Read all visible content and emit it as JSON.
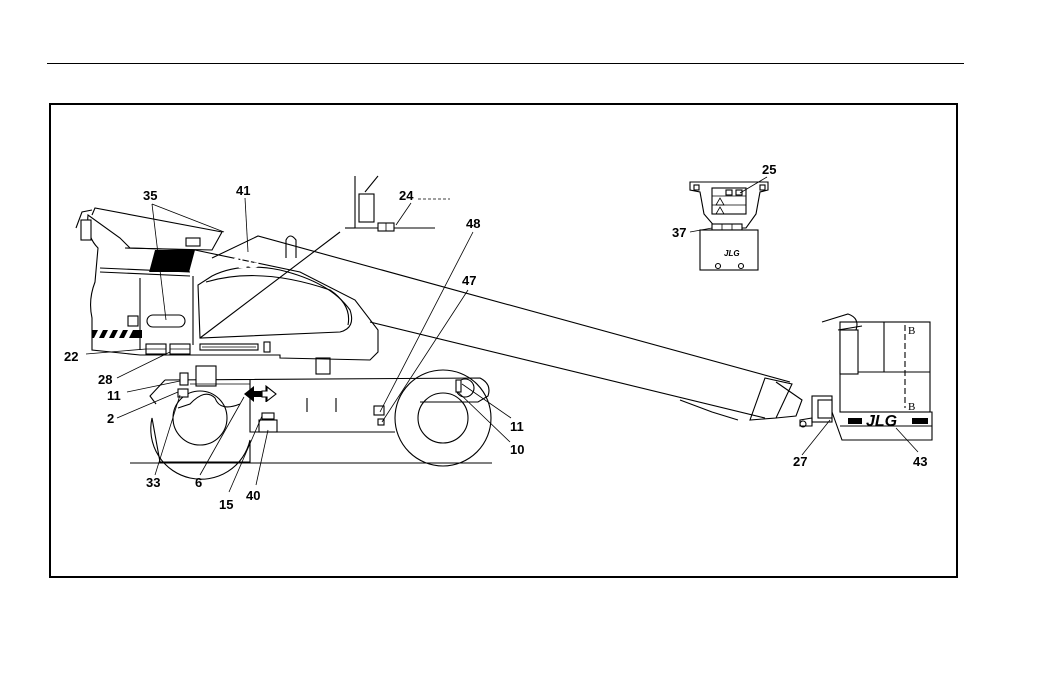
{
  "figure": {
    "callouts": [
      {
        "id": "c35",
        "label": "35"
      },
      {
        "id": "c41",
        "label": "41"
      },
      {
        "id": "c24",
        "label": "24"
      },
      {
        "id": "c48",
        "label": "48"
      },
      {
        "id": "c47",
        "label": "47"
      },
      {
        "id": "c25",
        "label": "25"
      },
      {
        "id": "c37",
        "label": "37"
      },
      {
        "id": "c22",
        "label": "22"
      },
      {
        "id": "c28",
        "label": "28"
      },
      {
        "id": "c11a",
        "label": "11"
      },
      {
        "id": "c2",
        "label": "2"
      },
      {
        "id": "c33",
        "label": "33"
      },
      {
        "id": "c6",
        "label": "6"
      },
      {
        "id": "c15",
        "label": "15"
      },
      {
        "id": "c40",
        "label": "40"
      },
      {
        "id": "c11b",
        "label": "11"
      },
      {
        "id": "c10",
        "label": "10"
      },
      {
        "id": "c27",
        "label": "27"
      },
      {
        "id": "c43",
        "label": "43"
      }
    ],
    "platform_letter_top": "B",
    "platform_letter_bottom": "B"
  },
  "colors": {
    "ink": "#000000",
    "paper": "#ffffff"
  }
}
